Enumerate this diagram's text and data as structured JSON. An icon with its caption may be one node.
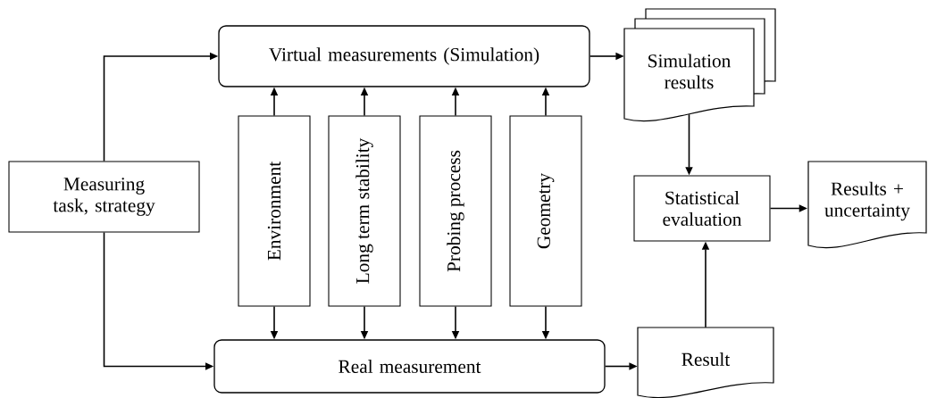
{
  "diagram": {
    "nodes": [
      {
        "text": [
          "Measuring task, strategy"
        ]
      },
      {
        "text": [
          "Virtual measurements (Simulation)"
        ]
      },
      {
        "text": [
          "Environment"
        ]
      },
      {
        "text": [
          "Long term stability"
        ]
      },
      {
        "text": [
          "Probing process"
        ]
      },
      {
        "text": [
          "Geometry"
        ]
      },
      {
        "text": [
          "Real measurement"
        ]
      },
      {
        "text": [
          "Simulation results"
        ]
      },
      {
        "text": [
          "Statistical evaluation"
        ]
      },
      {
        "text": [
          "Results + uncertainty"
        ]
      },
      {
        "text": [
          "Result"
        ]
      }
    ],
    "edges": [
      {
        "from": 0,
        "to": 1,
        "arrow": "to"
      },
      {
        "from": 0,
        "to": 6,
        "arrow": "to"
      },
      {
        "from": 2,
        "to": 1,
        "arrow": "to"
      },
      {
        "from": 2,
        "to": 6,
        "arrow": "to"
      },
      {
        "from": 3,
        "to": 1,
        "arrow": "to"
      },
      {
        "from": 3,
        "to": 6,
        "arrow": "to"
      },
      {
        "from": 4,
        "to": 1,
        "arrow": "to"
      },
      {
        "from": 4,
        "to": 6,
        "arrow": "to"
      },
      {
        "from": 5,
        "to": 1,
        "arrow": "to"
      },
      {
        "from": 5,
        "to": 6,
        "arrow": "to"
      },
      {
        "from": 1,
        "to": 7,
        "arrow": "to"
      },
      {
        "from": 6,
        "to": 10,
        "arrow": "to"
      },
      {
        "from": 7,
        "to": 8,
        "arrow": "to"
      },
      {
        "from": 10,
        "to": 8,
        "arrow": "to"
      },
      {
        "from": 8,
        "to": 9,
        "arrow": "to"
      }
    ]
  }
}
